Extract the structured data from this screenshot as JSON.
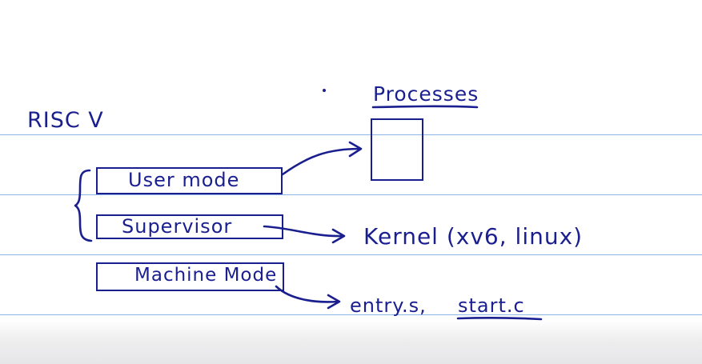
{
  "diagram": {
    "heading": "RISC V",
    "processes_label": "Processes",
    "modes": [
      {
        "label": "User mode"
      },
      {
        "label": "Supervisor"
      },
      {
        "label": "Machine Mode"
      }
    ],
    "targets": {
      "kernel": "Kernel (xv6, linux)",
      "entry": "entry.s,",
      "start": "start.c"
    }
  },
  "colors": {
    "ink": "#1a1f8f",
    "rule": "#8fb4e8",
    "paper": "#ffffff"
  }
}
